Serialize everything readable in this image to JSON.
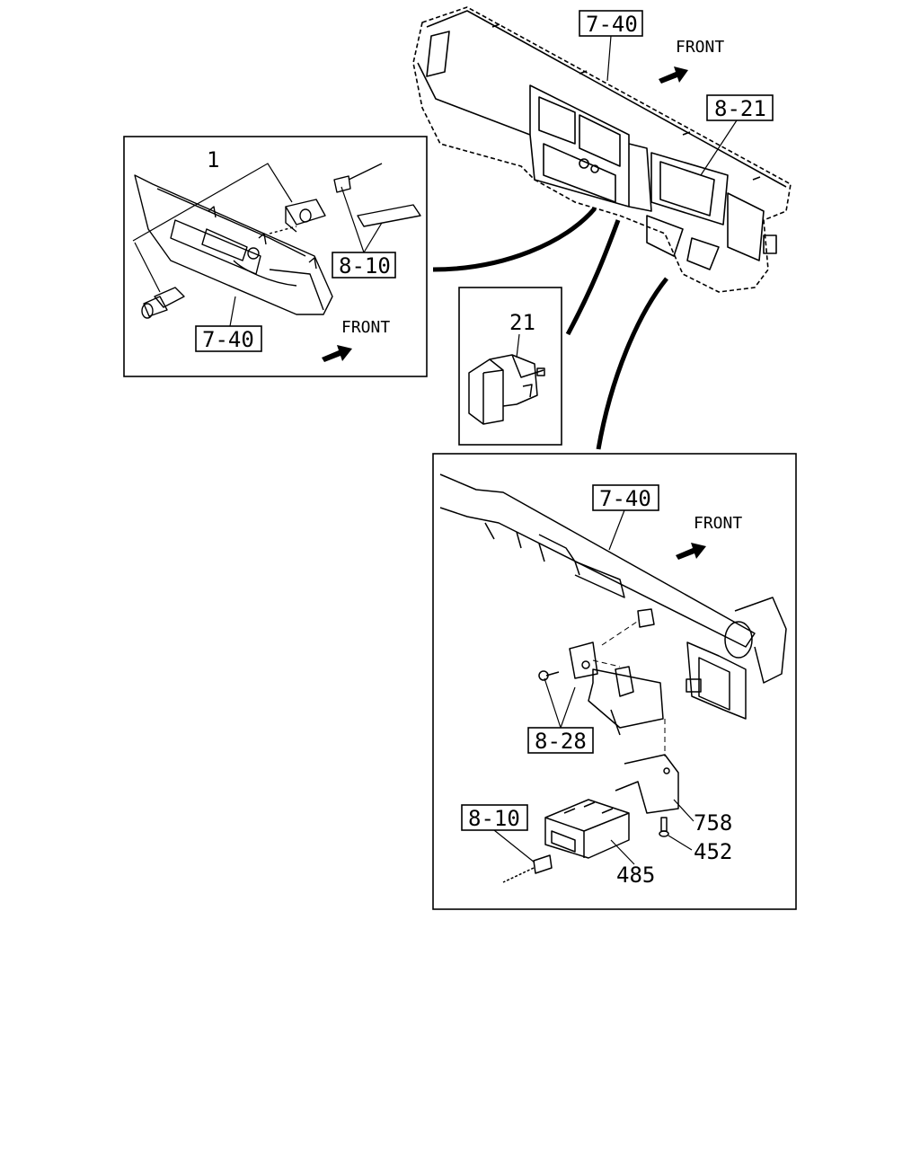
{
  "refs": {
    "top_dash": "7-40",
    "top_meter": "8-21",
    "left_connector": "8-10",
    "left_panel": "7-40",
    "right_beam": "7-40",
    "right_bracket": "8-28",
    "right_connector": "8-10"
  },
  "parts": {
    "p1": "1",
    "p21": "21",
    "p758": "758",
    "p452": "452",
    "p485": "485"
  },
  "front": {
    "top": "FRONT",
    "left": "FRONT",
    "right": "FRONT"
  }
}
